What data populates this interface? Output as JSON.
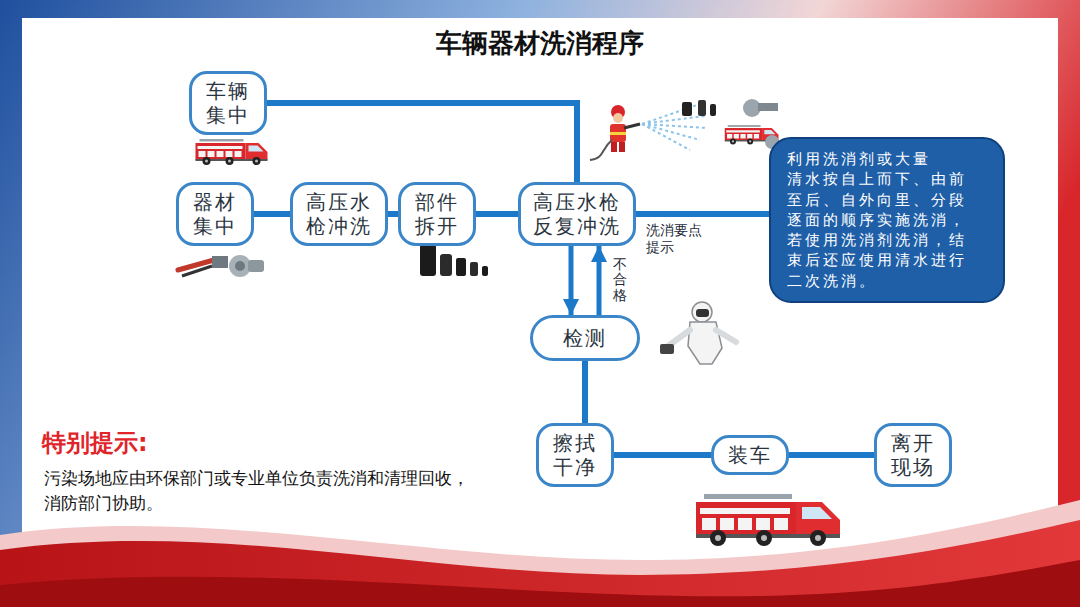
{
  "diagram": {
    "title": "车辆器材洗消程序",
    "nodes": [
      {
        "text": [
          "车辆 集中"
        ]
      },
      {
        "text": [
          "器材 集中"
        ]
      },
      {
        "text": [
          "高压水 枪冲洗"
        ]
      },
      {
        "text": [
          "部件 拆开"
        ]
      },
      {
        "text": [
          "高压水枪 反复冲洗"
        ]
      },
      {
        "text": [
          "利用洗消剂或大量 清水按自上而下、由前 至后、自外向里、分段 逐面的顺序实施洗消， 若使用洗消剂洗消，结 束后还应使用清水进行 二次洗消。"
        ]
      },
      {
        "text": [
          "检测"
        ]
      },
      {
        "text": [
          "擦拭 干净"
        ]
      },
      {
        "text": [
          "装车"
        ]
      },
      {
        "text": [
          "离开 现场"
        ]
      }
    ],
    "edges": [
      {
        "from": 0,
        "to": 4,
        "arrow": "none"
      },
      {
        "from": 1,
        "to": 2,
        "arrow": "none"
      },
      {
        "from": 2,
        "to": 3,
        "arrow": "none"
      },
      {
        "from": 3,
        "to": 4,
        "arrow": "none"
      },
      {
        "from": 4,
        "to": 5,
        "label": "洗消要点 提示",
        "arrow": "none"
      },
      {
        "from": 4,
        "to": 6,
        "arrow": "to"
      },
      {
        "from": 6,
        "to": 4,
        "label": "不合格",
        "arrow": "to"
      },
      {
        "from": 6,
        "to": 7,
        "arrow": "none"
      },
      {
        "from": 7,
        "to": 8,
        "arrow": "none"
      },
      {
        "from": 8,
        "to": 9,
        "arrow": "none"
      }
    ],
    "labels": [
      "特别提示:",
      "污染场地应由环保部门或专业单位负责洗消和清理回收，消防部门协助。"
    ]
  }
}
